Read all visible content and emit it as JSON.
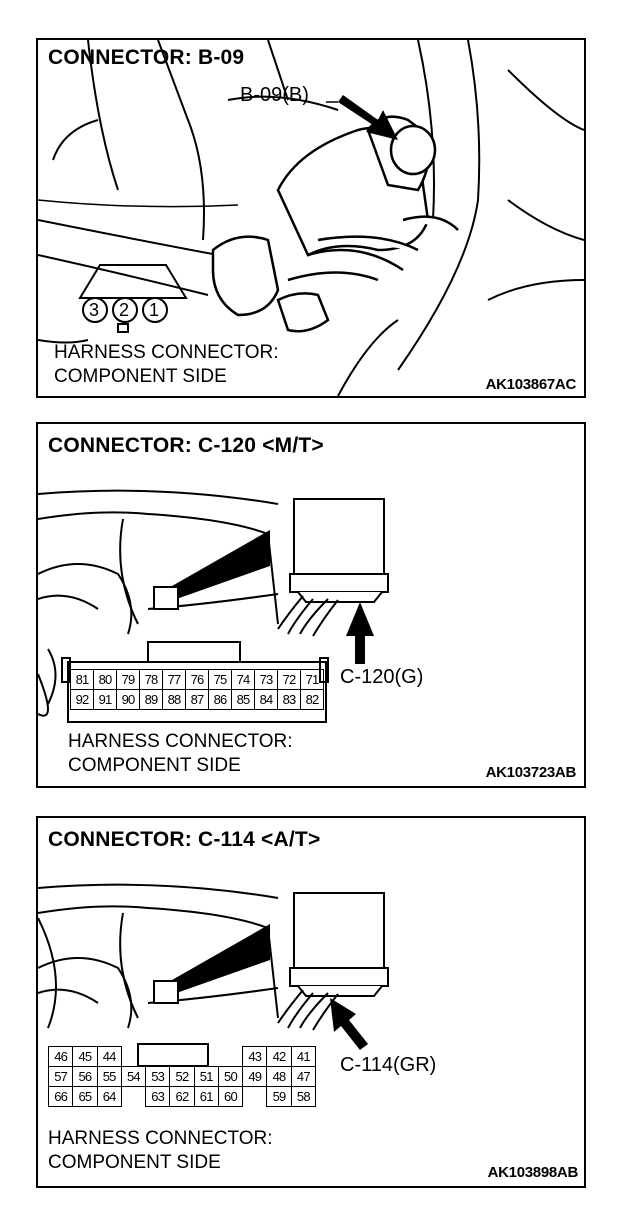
{
  "panels": [
    {
      "title": "CONNECTOR: B-09",
      "callout": "B-09(B)",
      "pins": [
        "3",
        "2",
        "1"
      ],
      "caption_line1": "HARNESS CONNECTOR:",
      "caption_line2": "COMPONENT SIDE",
      "code": "AK103867AC"
    },
    {
      "title": "CONNECTOR: C-120 <M/T>",
      "callout": "C-120(G)",
      "row1": [
        "81",
        "80",
        "79",
        "78",
        "77",
        "76",
        "75",
        "74",
        "73",
        "72",
        "71"
      ],
      "row2": [
        "92",
        "91",
        "90",
        "89",
        "88",
        "87",
        "86",
        "85",
        "84",
        "83",
        "82"
      ],
      "caption_line1": "HARNESS CONNECTOR:",
      "caption_line2": "COMPONENT SIDE",
      "code": "AK103723AB"
    },
    {
      "title": "CONNECTOR: C-114 <A/T>",
      "callout": "C-114(GR)",
      "row1": [
        "46",
        "45",
        "44",
        "",
        "",
        "",
        "",
        "",
        "43",
        "42",
        "41"
      ],
      "row2": [
        "57",
        "56",
        "55",
        "54",
        "53",
        "52",
        "51",
        "50",
        "49",
        "48",
        "47"
      ],
      "row3": [
        "66",
        "65",
        "64",
        "",
        "63",
        "62",
        "61",
        "60",
        "",
        "59",
        "58"
      ],
      "caption_line1": "HARNESS CONNECTOR:",
      "caption_line2": "COMPONENT SIDE",
      "code": "AK103898AB"
    }
  ]
}
